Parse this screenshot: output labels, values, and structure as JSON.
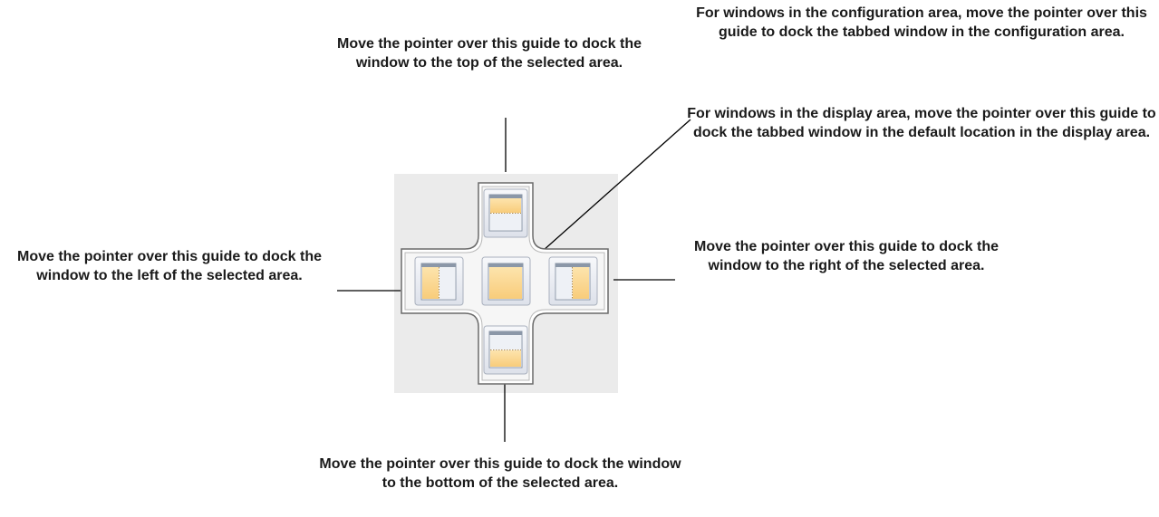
{
  "callouts": {
    "top": "Move the pointer over this guide to dock the window to the top of the selected area.",
    "configuration_area": "For windows in the configuration area, move the pointer over this guide to dock the tabbed window in the configuration area.",
    "display_area": "For windows in the display area, move the pointer over this guide to dock the tabbed window in the default location in the display area.",
    "left": "Move the pointer over this guide to dock the window to the left of the selected area.",
    "right": "Move the pointer over this guide to dock the window to the right of the selected area.",
    "bottom": "Move the pointer over this guide to dock the window to the bottom of the selected area."
  },
  "colors": {
    "backdrop": "#ebebeb",
    "guide_frame": "#6a6a6a",
    "button_face": "#e6e9f1",
    "pane_fill": "#fbd892",
    "pane_header": "#8b97a8",
    "leader_line": "#000000"
  }
}
